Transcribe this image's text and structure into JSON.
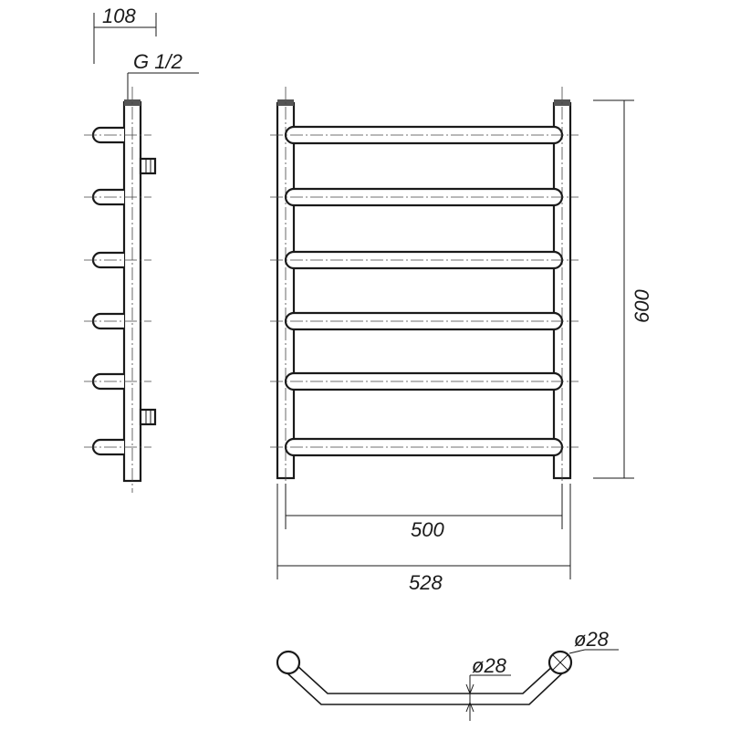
{
  "side_view": {
    "depth_dim": "108",
    "thread_label": "G 1/2"
  },
  "front_view": {
    "height_dim": "600",
    "inner_width_dim": "500",
    "outer_width_dim": "528"
  },
  "bottom_view": {
    "tube_diameter_label": "ø28",
    "end_diameter_label": "ø28"
  }
}
